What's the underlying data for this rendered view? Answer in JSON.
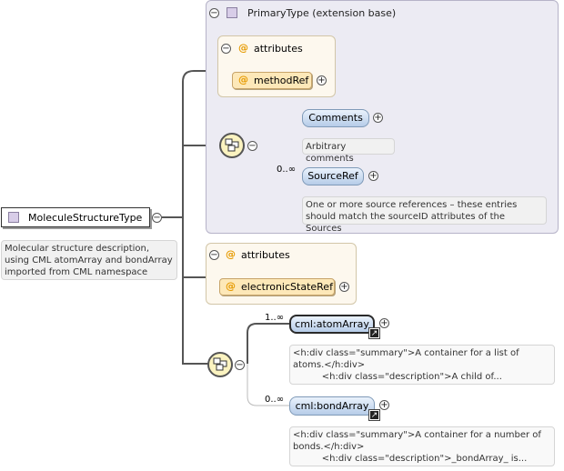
{
  "root": {
    "label": "MoleculeStructureType",
    "description": "Molecular structure description, using CML atomArray and bondArray imported from CML namespace"
  },
  "extension": {
    "title": "PrimaryType (extension base)",
    "attributes_label": "attributes",
    "attribute_name": "methodRef",
    "comments": {
      "label": "Comments",
      "note": "Arbitrary comments"
    },
    "source_ref": {
      "label": "SourceRef",
      "cardinality": "0..∞",
      "note": "One or more source references – these entries should match the sourceID attributes of the Sources"
    }
  },
  "attributes2": {
    "label": "attributes",
    "attribute_name": "electronicStateRef"
  },
  "sequence2": {
    "atom_array": {
      "label": "cml:atomArray",
      "cardinality": "1..∞",
      "note": "<h:div class=\"summary\">A container for a list of atoms.</h:div>\n          <h:div class=\"description\">A child of..."
    },
    "bond_array": {
      "label": "cml:bondArray",
      "cardinality": "0..∞",
      "note": "<h:div class=\"summary\">A container for a number of bonds.</h:div>\n          <h:div class=\"description\">_bondArray_ is..."
    }
  },
  "glyphs": {
    "at": "@",
    "minus": "−",
    "plus": "+",
    "link": "↗"
  },
  "icons": [
    "type-icon",
    "attribute-icon",
    "sequence-icon",
    "collapse-icon",
    "expand-icon",
    "link-icon"
  ]
}
